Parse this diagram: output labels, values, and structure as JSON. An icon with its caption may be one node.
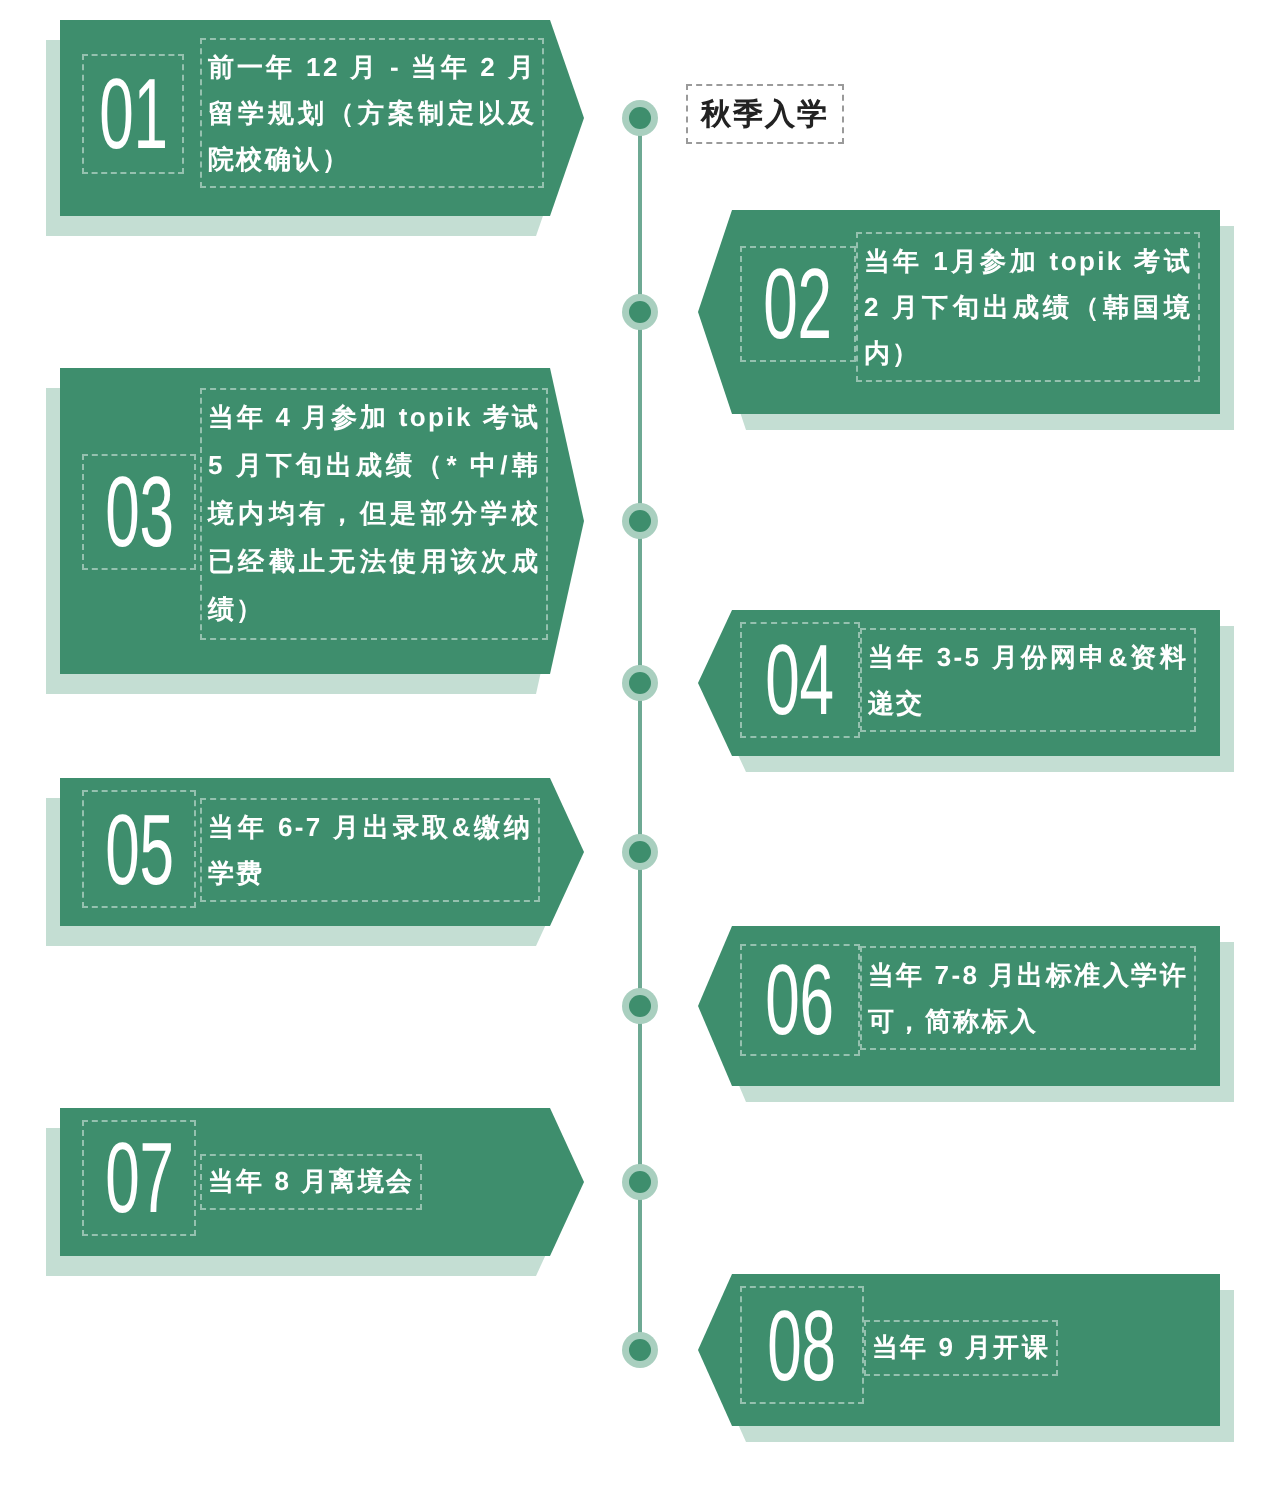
{
  "diagram": {
    "nodes": [
      {
        "text": [
          "01",
          "前一年 12 月 - 当年 2 月留学规划（方案制定以及院校确认）"
        ]
      },
      {
        "text": [
          "秋季入学"
        ]
      },
      {
        "text": [
          "02",
          "当年 1月参加 topik 考试 2 月下旬出成绩（韩国境内）"
        ]
      },
      {
        "text": [
          "03",
          "当年 4 月参加 topik 考试 5 月下旬出成绩（* 中/韩境内均有，但是部分学校已经截止无法使用该次成绩）"
        ]
      },
      {
        "text": [
          "04",
          "当年 3-5 月份网申&资料递交"
        ]
      },
      {
        "text": [
          "05",
          "当年 6-7 月出录取&缴纳学费"
        ]
      },
      {
        "text": [
          "06",
          "当年 7-8 月出标准入学许可，简称标入"
        ]
      },
      {
        "text": [
          "07",
          "当年 8 月离境会"
        ]
      },
      {
        "text": [
          "08",
          "当年 9 月开课"
        ]
      }
    ]
  }
}
